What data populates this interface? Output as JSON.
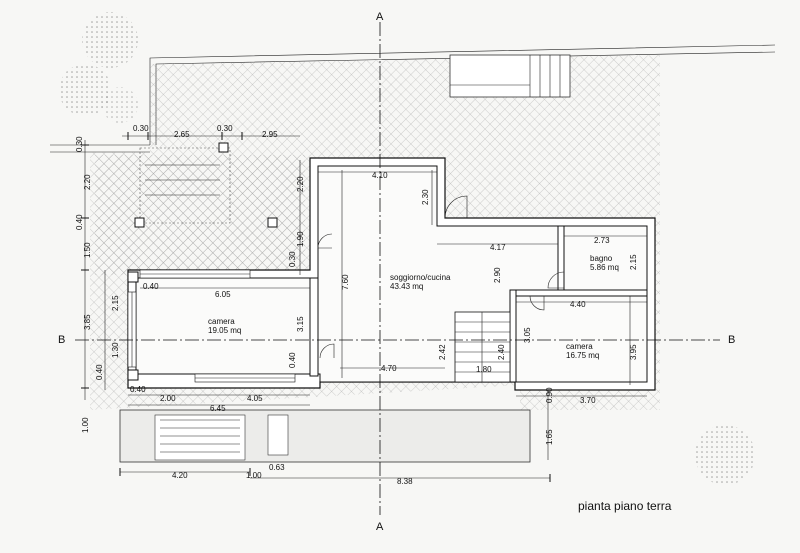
{
  "title": "pianta piano terra",
  "section_labels": {
    "a_top": "A",
    "a_bottom": "A",
    "b_left": "B",
    "b_right": "B"
  },
  "rooms": {
    "living": {
      "name": "soggiorno/cucina",
      "area": "43.43 mq"
    },
    "camera_left": {
      "name": "camera",
      "area": "19.05 mq"
    },
    "bagno": {
      "name": "bagno",
      "area": "5.86 mq"
    },
    "camera_right": {
      "name": "camera",
      "area": "16.75 mq"
    }
  },
  "dims": {
    "top_030a": "0.30",
    "top_265": "2.65",
    "top_030b": "0.30",
    "top_295": "2.95",
    "left_030": "0.30",
    "left_220": "2.20",
    "left_040": "0.40",
    "left_150": "1.50",
    "left_385": "3.85",
    "left_040b": "0.40",
    "left_100": "1.00",
    "wing_040": "0.40",
    "wing_605": "6.05",
    "wing_215": "2.15",
    "wing_130": "1.30",
    "wing_040c": "0.40",
    "wing_315": "3.15",
    "wing_040d": "0.40",
    "wing_030": "0.30",
    "wing_190": "1.90",
    "wing_220": "2.20",
    "bot_200": "2.00",
    "bot_405": "4.05",
    "bot_645": "6.45",
    "bot_420": "4.20",
    "bot_063": "0.63",
    "bot_100": "1.00",
    "bot_838": "8.38",
    "liv_410": "4.10",
    "liv_230": "2.30",
    "liv_760": "7.60",
    "liv_417": "4.17",
    "liv_290": "2.90",
    "liv_242": "2.42",
    "liv_240": "2.40",
    "liv_470": "4.70",
    "liv_180": "1.80",
    "r_273": "2.73",
    "r_215": "2.15",
    "r_440": "4.40",
    "r_305": "3.05",
    "r_395": "3.95",
    "r_370": "3.70",
    "r_090": "0.90",
    "r_165": "1.65"
  },
  "colors": {
    "hatch": "#9a9a9a",
    "wall": "#111111",
    "paper": "#f7f7f5"
  }
}
